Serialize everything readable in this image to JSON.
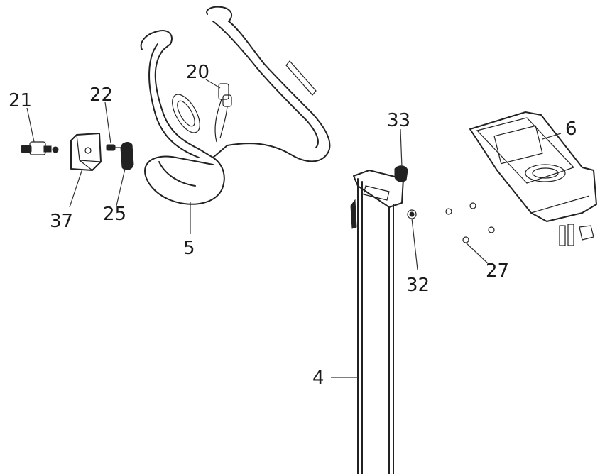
{
  "callouts": [
    {
      "id": "c20",
      "label": "20"
    },
    {
      "id": "c21",
      "label": "21"
    },
    {
      "id": "c22",
      "label": "22"
    },
    {
      "id": "c37",
      "label": "37"
    },
    {
      "id": "c25",
      "label": "25"
    },
    {
      "id": "c5",
      "label": "5"
    },
    {
      "id": "c33",
      "label": "33"
    },
    {
      "id": "c6",
      "label": "6"
    },
    {
      "id": "c32",
      "label": "32"
    },
    {
      "id": "c27",
      "label": "27"
    },
    {
      "id": "c4",
      "label": "4"
    }
  ]
}
